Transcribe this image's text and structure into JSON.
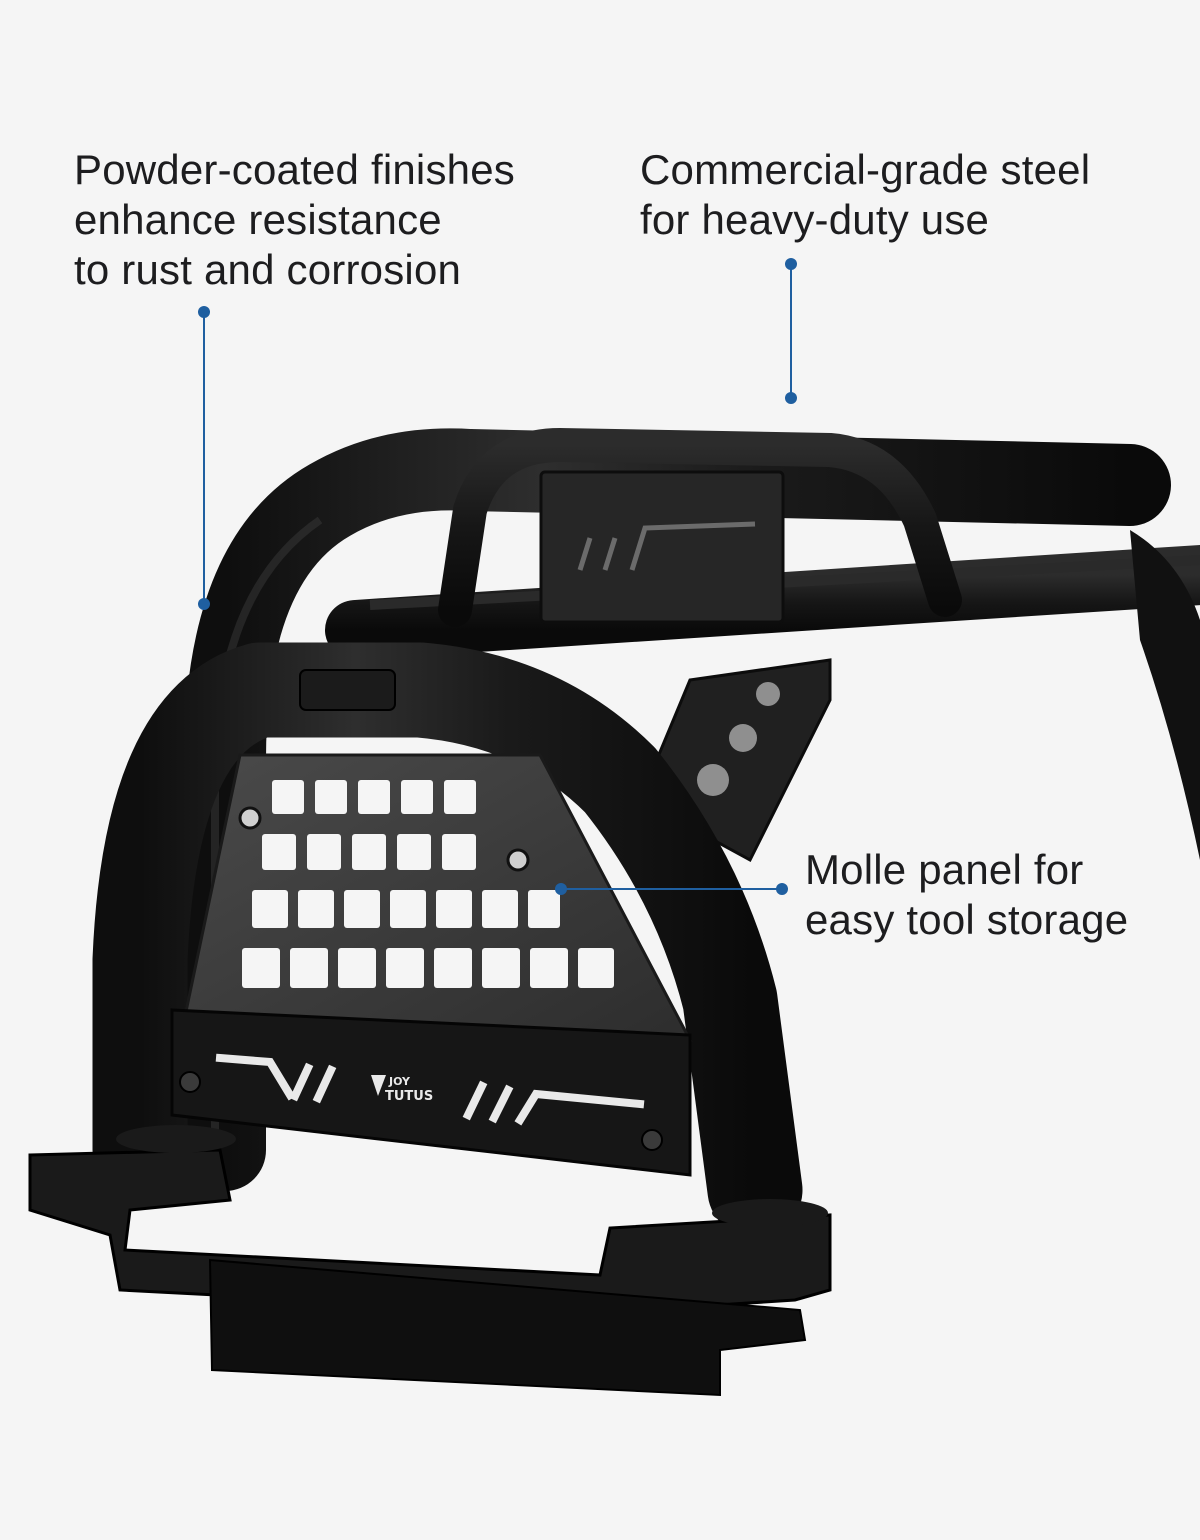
{
  "callouts": [
    {
      "id": "finish",
      "lines": [
        "Powder-coated finishes",
        "enhance resistance",
        "to rust and corrosion"
      ]
    },
    {
      "id": "steel",
      "lines": [
        "Commercial-grade steel",
        "for heavy-duty use"
      ]
    },
    {
      "id": "molle",
      "lines": [
        "Molle panel for",
        "easy tool storage"
      ]
    }
  ],
  "brand": {
    "logo_text_line1": "JOY",
    "logo_text_line2": "TUTUS"
  },
  "colors": {
    "background": "#f5f5f5",
    "accent_leader": "#1f5fa0",
    "product": "#1b1b1b"
  },
  "product": {
    "subject": "black sport bar with molle panel"
  }
}
